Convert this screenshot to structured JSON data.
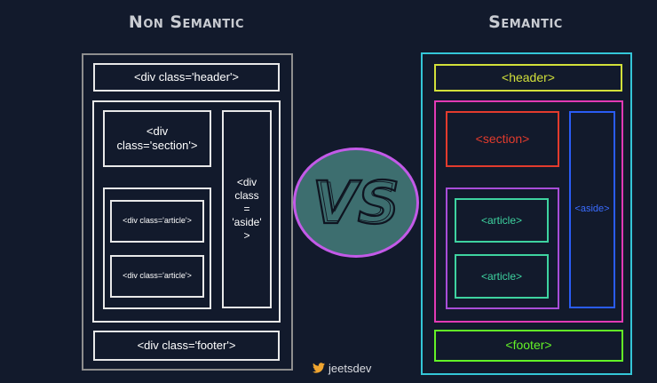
{
  "left": {
    "title": "Non Semantic",
    "header": "<div class='header'>",
    "section": "<div\nclass='section'>",
    "aside": "<div\nclass\n=\n'aside'\n>",
    "article1": "<div class='article'>",
    "article2": "<div class='article'>",
    "footer": "<div class='footer'>"
  },
  "right": {
    "title": "Semantic",
    "header": "<header>",
    "section": "<section>",
    "aside": "<aside>",
    "article1": "<article>",
    "article2": "<article>",
    "footer": "<footer>"
  },
  "center": {
    "vs": "VS"
  },
  "credit": {
    "icon": "twitter-bird-icon",
    "handle": "jeetsdev"
  },
  "colors": {
    "background": "#121a2c",
    "outer_left": "#8e8e8e",
    "outer_right": "#34c6d8",
    "header": "#d2e03a",
    "main": "#e23ab5",
    "section": "#e23b2d",
    "aside": "#2a5cf5",
    "articles": "#a84dd8",
    "article": "#3ed3a0",
    "footer": "#63f227",
    "vs_circle": "#3d6e6f",
    "vs_ring": "#c35ae8"
  }
}
